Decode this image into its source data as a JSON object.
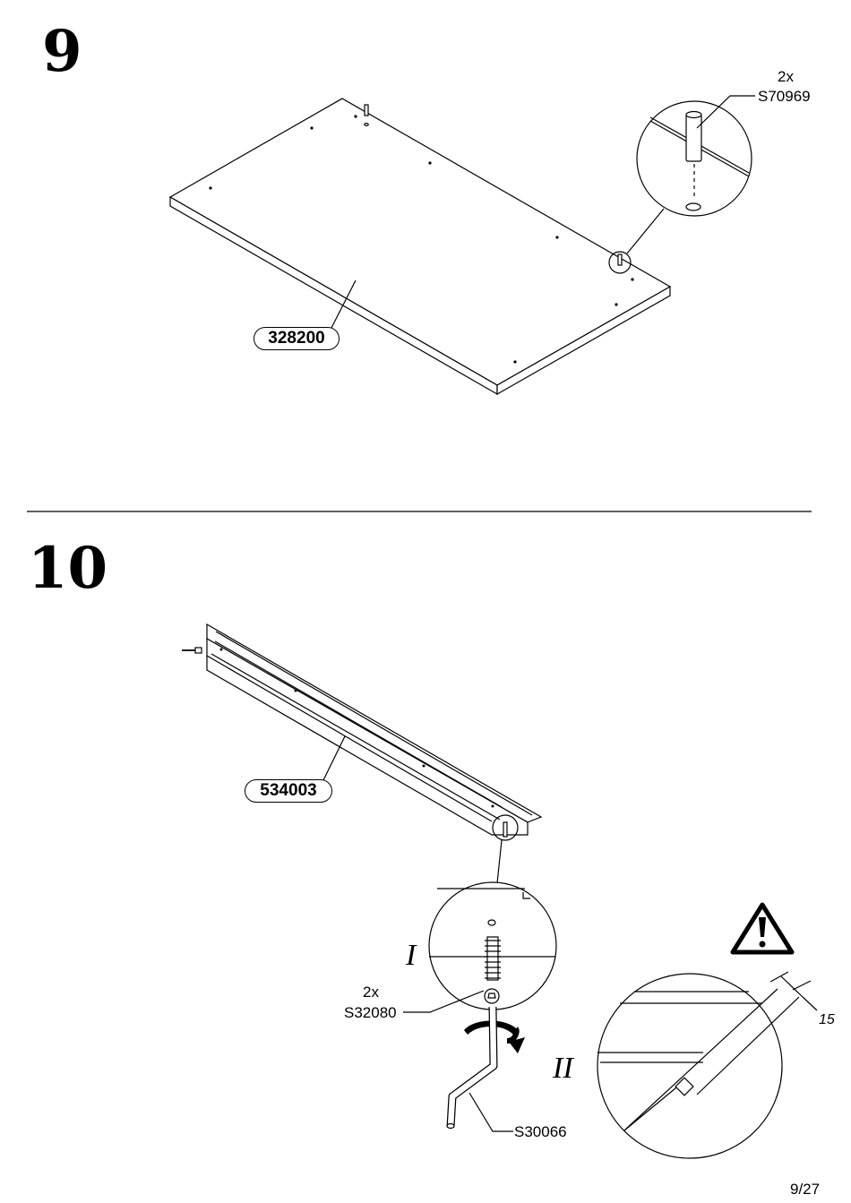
{
  "step9": {
    "number": "9",
    "part_code": "328200",
    "dowel": {
      "qty": "2x",
      "code": "S70969"
    }
  },
  "step10": {
    "number": "10",
    "part_code": "534003",
    "cam": {
      "qty": "2x",
      "code": "S32080"
    },
    "tool": {
      "code": "S30066"
    },
    "detail_one": "I",
    "detail_two": "II",
    "dimension": "15",
    "warning_icon": "warning-triangle-icon"
  },
  "footer": {
    "page": "9/27"
  }
}
